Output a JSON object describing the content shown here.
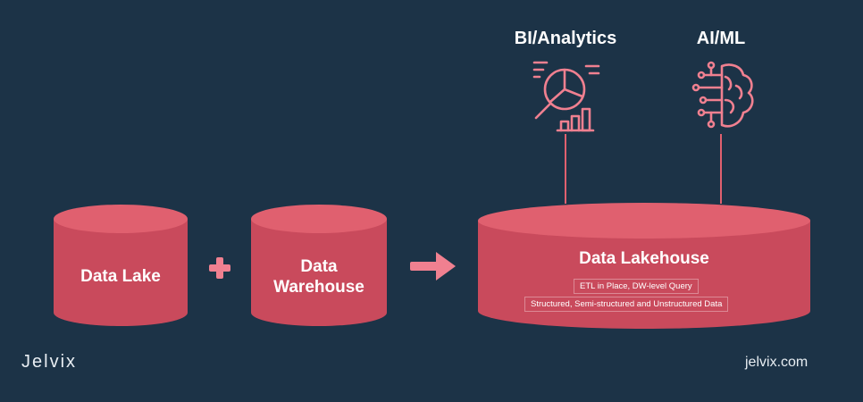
{
  "top_labels": {
    "bi": "BI/Analytics",
    "ai": "AI/ML"
  },
  "cylinders": {
    "lake": "Data Lake",
    "warehouse_line1": "Data",
    "warehouse_line2": "Warehouse",
    "lakehouse": "Data Lakehouse"
  },
  "lakehouse_tags": {
    "etl": "ETL in Place, DW-level Query",
    "structured": "Structured, Semi-structured and Unstructured Data"
  },
  "brand": {
    "logo": "Jelvix",
    "url": "jelvix.com"
  },
  "icons": {
    "bi": "analytics-magnifier-icon",
    "ai": "brain-circuit-icon",
    "plus": "plus-icon",
    "arrow": "arrow-right-icon"
  },
  "colors": {
    "background": "#1c3347",
    "cylinder_top": "#e0606f",
    "cylinder_body": "#c94a5c",
    "accent": "#f08090"
  }
}
